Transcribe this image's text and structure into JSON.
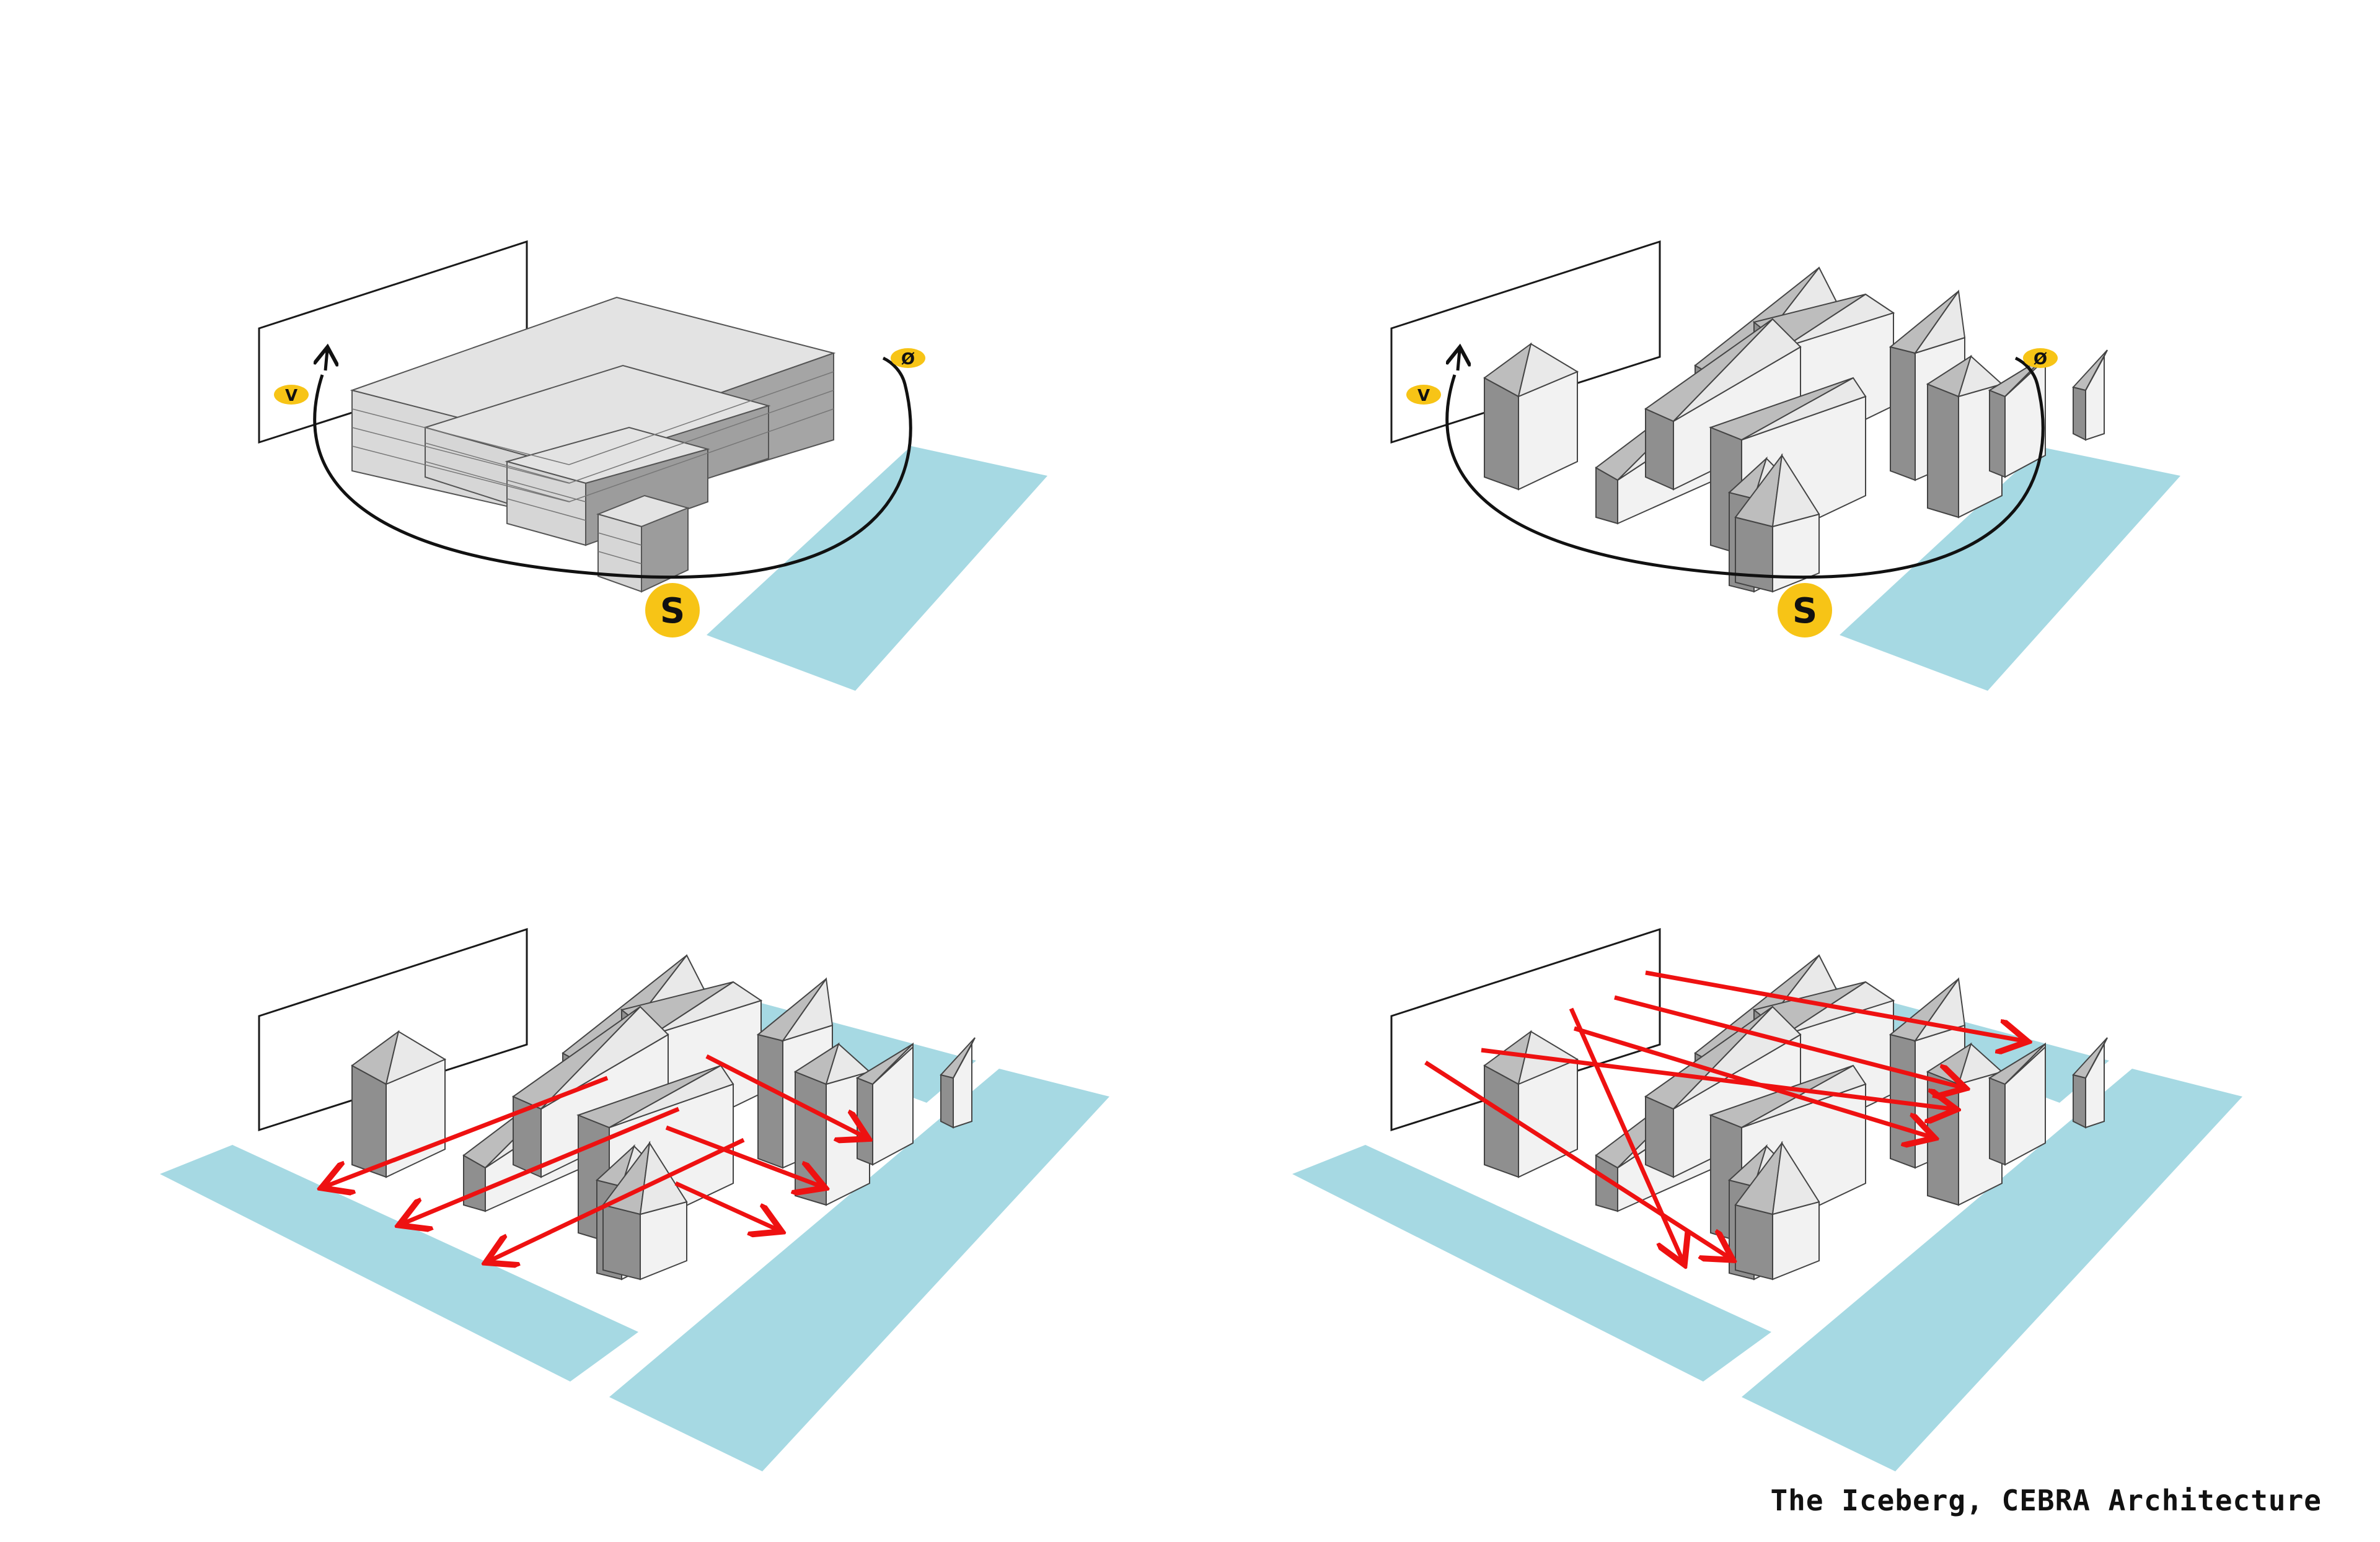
{
  "caption": "The Iceberg, CEBRA Architecture",
  "sun_markers": {
    "west": "V",
    "east": "Ø",
    "south": "S"
  },
  "colors": {
    "water": "#a6d9e3",
    "sun": "#f7c416",
    "arrow": "#ee1111",
    "stroke": "#1a1a1a",
    "face_light": "#f4f4f4",
    "face_mid": "#cfcfcf",
    "face_dark": "#8c8c8c"
  },
  "panels": [
    {
      "id": "sun-path-block",
      "description_icon": "sun-path-diagram"
    },
    {
      "id": "sun-path-peaks",
      "description_icon": "sun-path-diagram"
    },
    {
      "id": "views-perpendicular",
      "description_icon": "view-arrows"
    },
    {
      "id": "views-diagonal",
      "description_icon": "view-arrows"
    }
  ]
}
